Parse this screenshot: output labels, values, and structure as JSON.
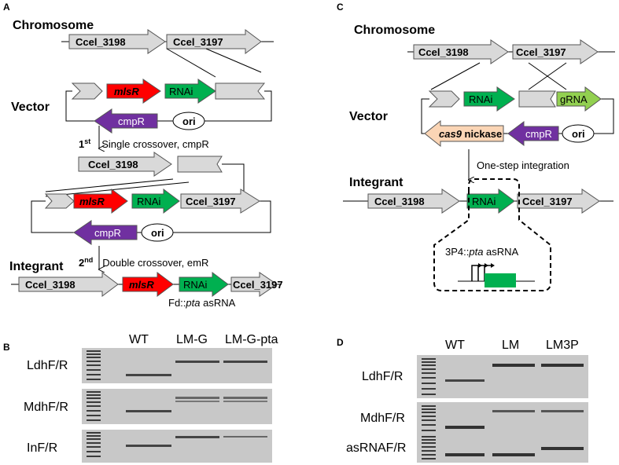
{
  "panel_a": {
    "letter": "A",
    "chromosome_label": "Chromosome",
    "vector_label": "Vector",
    "integrant_label": "Integrant",
    "gene_3198": "Ccel_3198",
    "gene_3197": "Ccel_3197",
    "mlsr": "mlsR",
    "rnai": "RNAi",
    "cmpr": "cmpR",
    "ori": "ori",
    "step1_num": "1",
    "step1_sup": "st",
    "step1_text": "Single crossover, cmpR",
    "step2_num": "2",
    "step2_sup": "nd",
    "step2_text": "Double crossover, emR",
    "asrna_prefix": "Fd::",
    "asrna_gene": "pta",
    "asrna_suffix": " asRNA"
  },
  "panel_b": {
    "letter": "B",
    "lanes": [
      "WT",
      "LM-G",
      "LM-G-pta"
    ],
    "rows": [
      "LdhF/R",
      "MdhF/R",
      "InF/R"
    ]
  },
  "panel_c": {
    "letter": "C",
    "chromosome_label": "Chromosome",
    "vector_label": "Vector",
    "integrant_label": "Integrant",
    "gene_3198": "Ccel_3198",
    "gene_3197": "Ccel_3197",
    "rnai": "RNAi",
    "grna": "gRNA",
    "cas9": "cas9",
    "nickase": " nickase",
    "cmpr": "cmpR",
    "ori": "ori",
    "step_text": "One-step integration",
    "zoom_prefix": "3P4::",
    "zoom_gene": "pta",
    "zoom_suffix": " asRNA"
  },
  "panel_d": {
    "letter": "D",
    "lanes": [
      "WT",
      "LM",
      "LM3P"
    ],
    "rows": [
      "LdhF/R",
      "MdhF/R",
      "asRNAF/R"
    ]
  },
  "colors": {
    "gene_gray": "#d9d9d9",
    "mlsr_red": "#ff0000",
    "rnai_green": "#00b050",
    "cmpr_purple": "#7030a0",
    "grna_green": "#92d050",
    "cas9_peach": "#fbd5b5",
    "gel_bg": "#c8c8c8"
  }
}
